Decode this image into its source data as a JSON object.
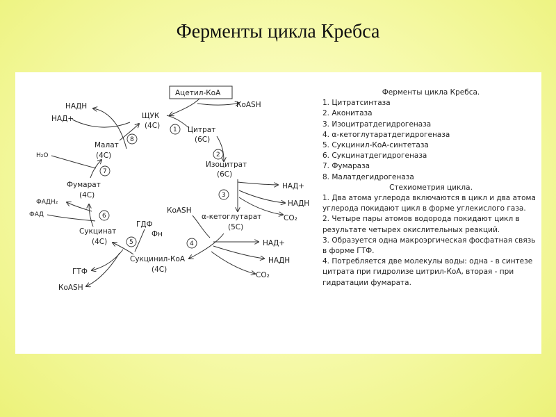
{
  "title": "Ферменты цикла Кребса",
  "diagram": {
    "acetyl_coa": "Ацетил-КоА",
    "koash_top": "КоASH",
    "nadh_top": "НАДН",
    "nad_top": "НАД+",
    "shuk": "ЩУК",
    "shuk_c": "(4С)",
    "citrate": "Цитрат",
    "citrate_c": "(6С)",
    "isocitrate": "Изоцитрат",
    "isocitrate_c": "(6С)",
    "nad_3": "НАД+",
    "nadh_3": "НАДН",
    "co2_3": "CO₂",
    "ketoglut": "α-кетоглутарат",
    "ketoglut_c": "(5С)",
    "koash_4": "КоASH",
    "nad_4": "НАД+",
    "nadh_4": "НАДН",
    "co2_4": "CO₂",
    "succinyl": "Сукцинил-КоА",
    "succinyl_c": "(4С)",
    "gdf": "ГДФ",
    "fn": "Фн",
    "gtf": "ГТФ",
    "koash_5": "КоASH",
    "succinate": "Сукцинат",
    "succinate_c": "(4С)",
    "fadh2": "ФАДН₂",
    "fad": "ФАД",
    "fumarate": "Фумарат",
    "fumarate_c": "(4С)",
    "h2o": "H₂O",
    "malate": "Малат",
    "malate_c": "(4С)",
    "n1": "1",
    "n2": "2",
    "n3": "3",
    "n4": "4",
    "n5": "5",
    "n6": "6",
    "n7": "7",
    "n8": "8"
  },
  "enzymes": {
    "heading": "Ферменты цикла Кребса.",
    "items": [
      "1. Цитратсинтаза",
      "2. Аконитаза",
      "3. Изоцитратдегидрогеназа",
      "4. α-кетоглутаратдегидрогеназа",
      "5. Сукцинил-КоА-синтетаза",
      "6. Сукцинатдегидрогеназа",
      "7. Фумараза",
      "8. Малатдегидрогеназа"
    ]
  },
  "stoichiometry": {
    "heading": "Стехиометрия цикла.",
    "items": [
      "1. Два атома углерода включаются в цикл и два атома углерода покидают цикл в форме углекислого газа.",
      "2. Четыре пары атомов водорода покидают цикл в результате четырех окислительных реакций.",
      "3. Образуется одна макроэргическая фосфатная связь в форме ГТФ.",
      "4. Потребляется две молекулы воды: одна - в синтезе цитрата при гидролизе цитрил-КоА, вторая - при гидратации фумарата."
    ]
  }
}
